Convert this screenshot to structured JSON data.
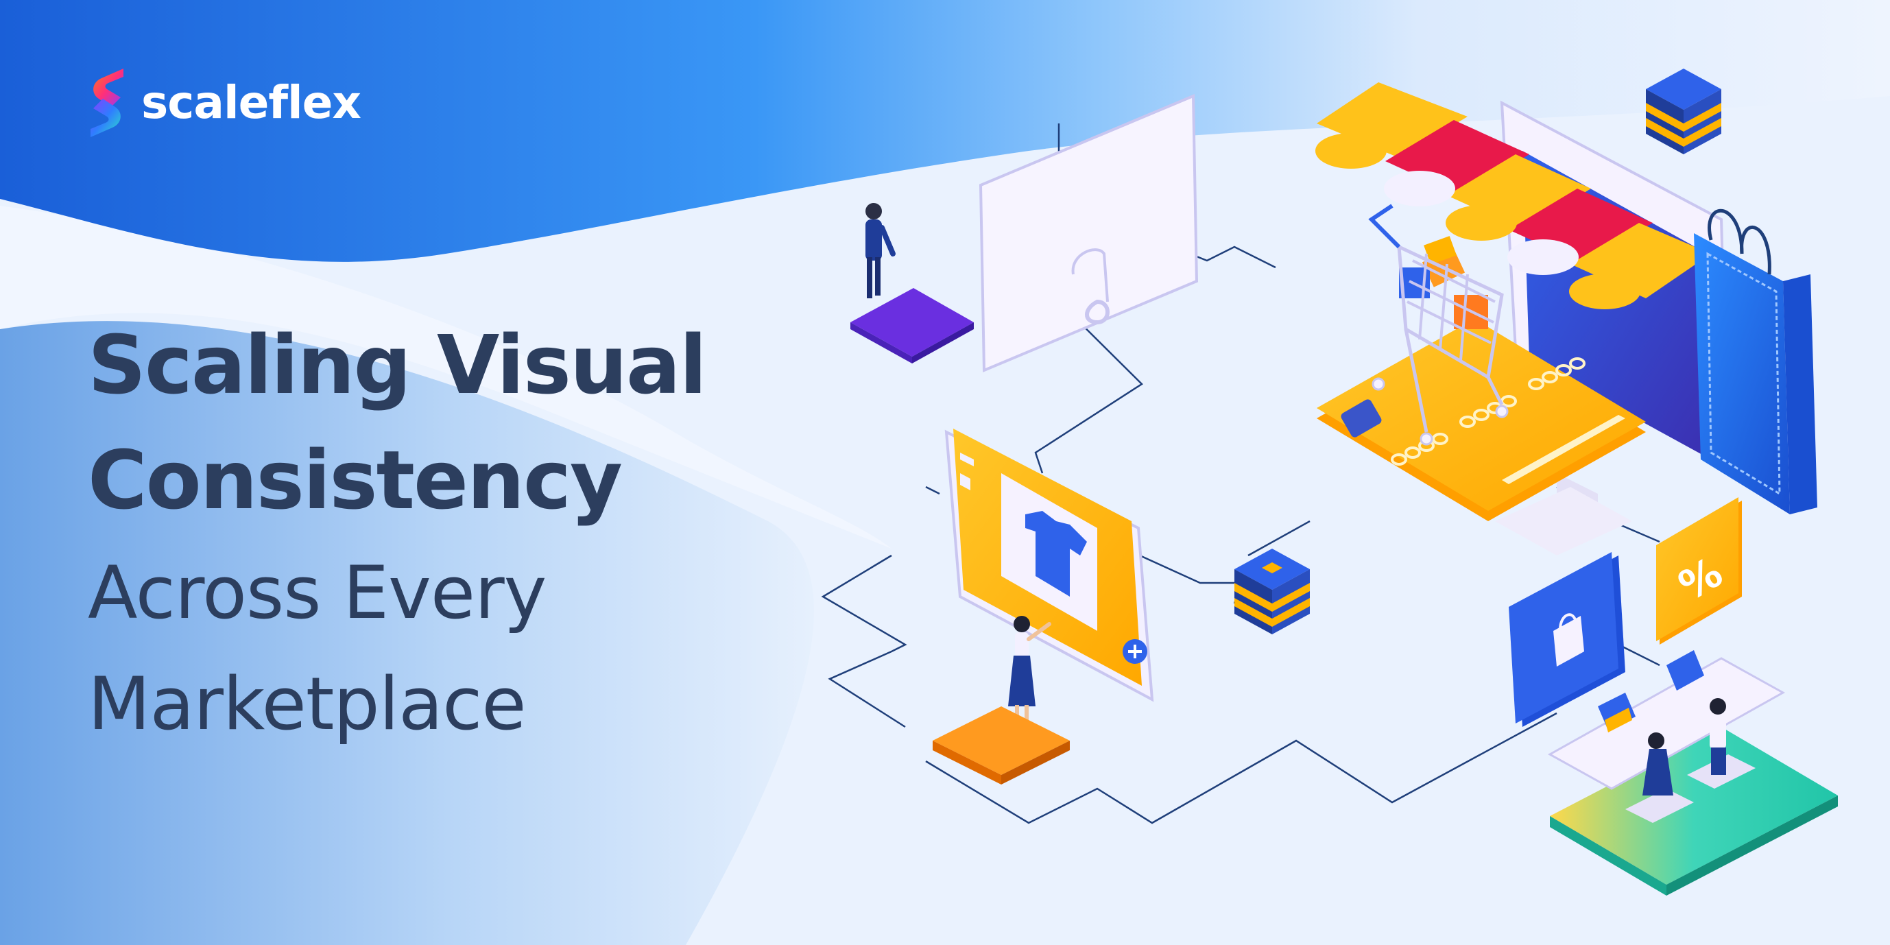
{
  "brand": {
    "name": "scaleflex",
    "colors": {
      "header_blue": "#1f66e0",
      "sky_blue": "#4aa4f5",
      "text": "#2c3e5e",
      "accent_yellow": "#ffb400",
      "accent_red": "#e8194a",
      "accent_orange": "#ff9a1f",
      "accent_teal": "#21c5a8",
      "accent_purple": "#6a2fe0"
    }
  },
  "headline": {
    "line1": "Scaling Visual",
    "line2": "Consistency",
    "line3": "Across Every",
    "line4": "Marketplace"
  },
  "illustration": {
    "percent_tag": "%",
    "icons": [
      "storefront-icon",
      "shopping-cart-icon",
      "credit-card-icon",
      "computer-monitor-icon",
      "tshirt-product-icon",
      "shopping-bag-icon",
      "percent-tag-icon",
      "stacked-cube-icon"
    ]
  }
}
